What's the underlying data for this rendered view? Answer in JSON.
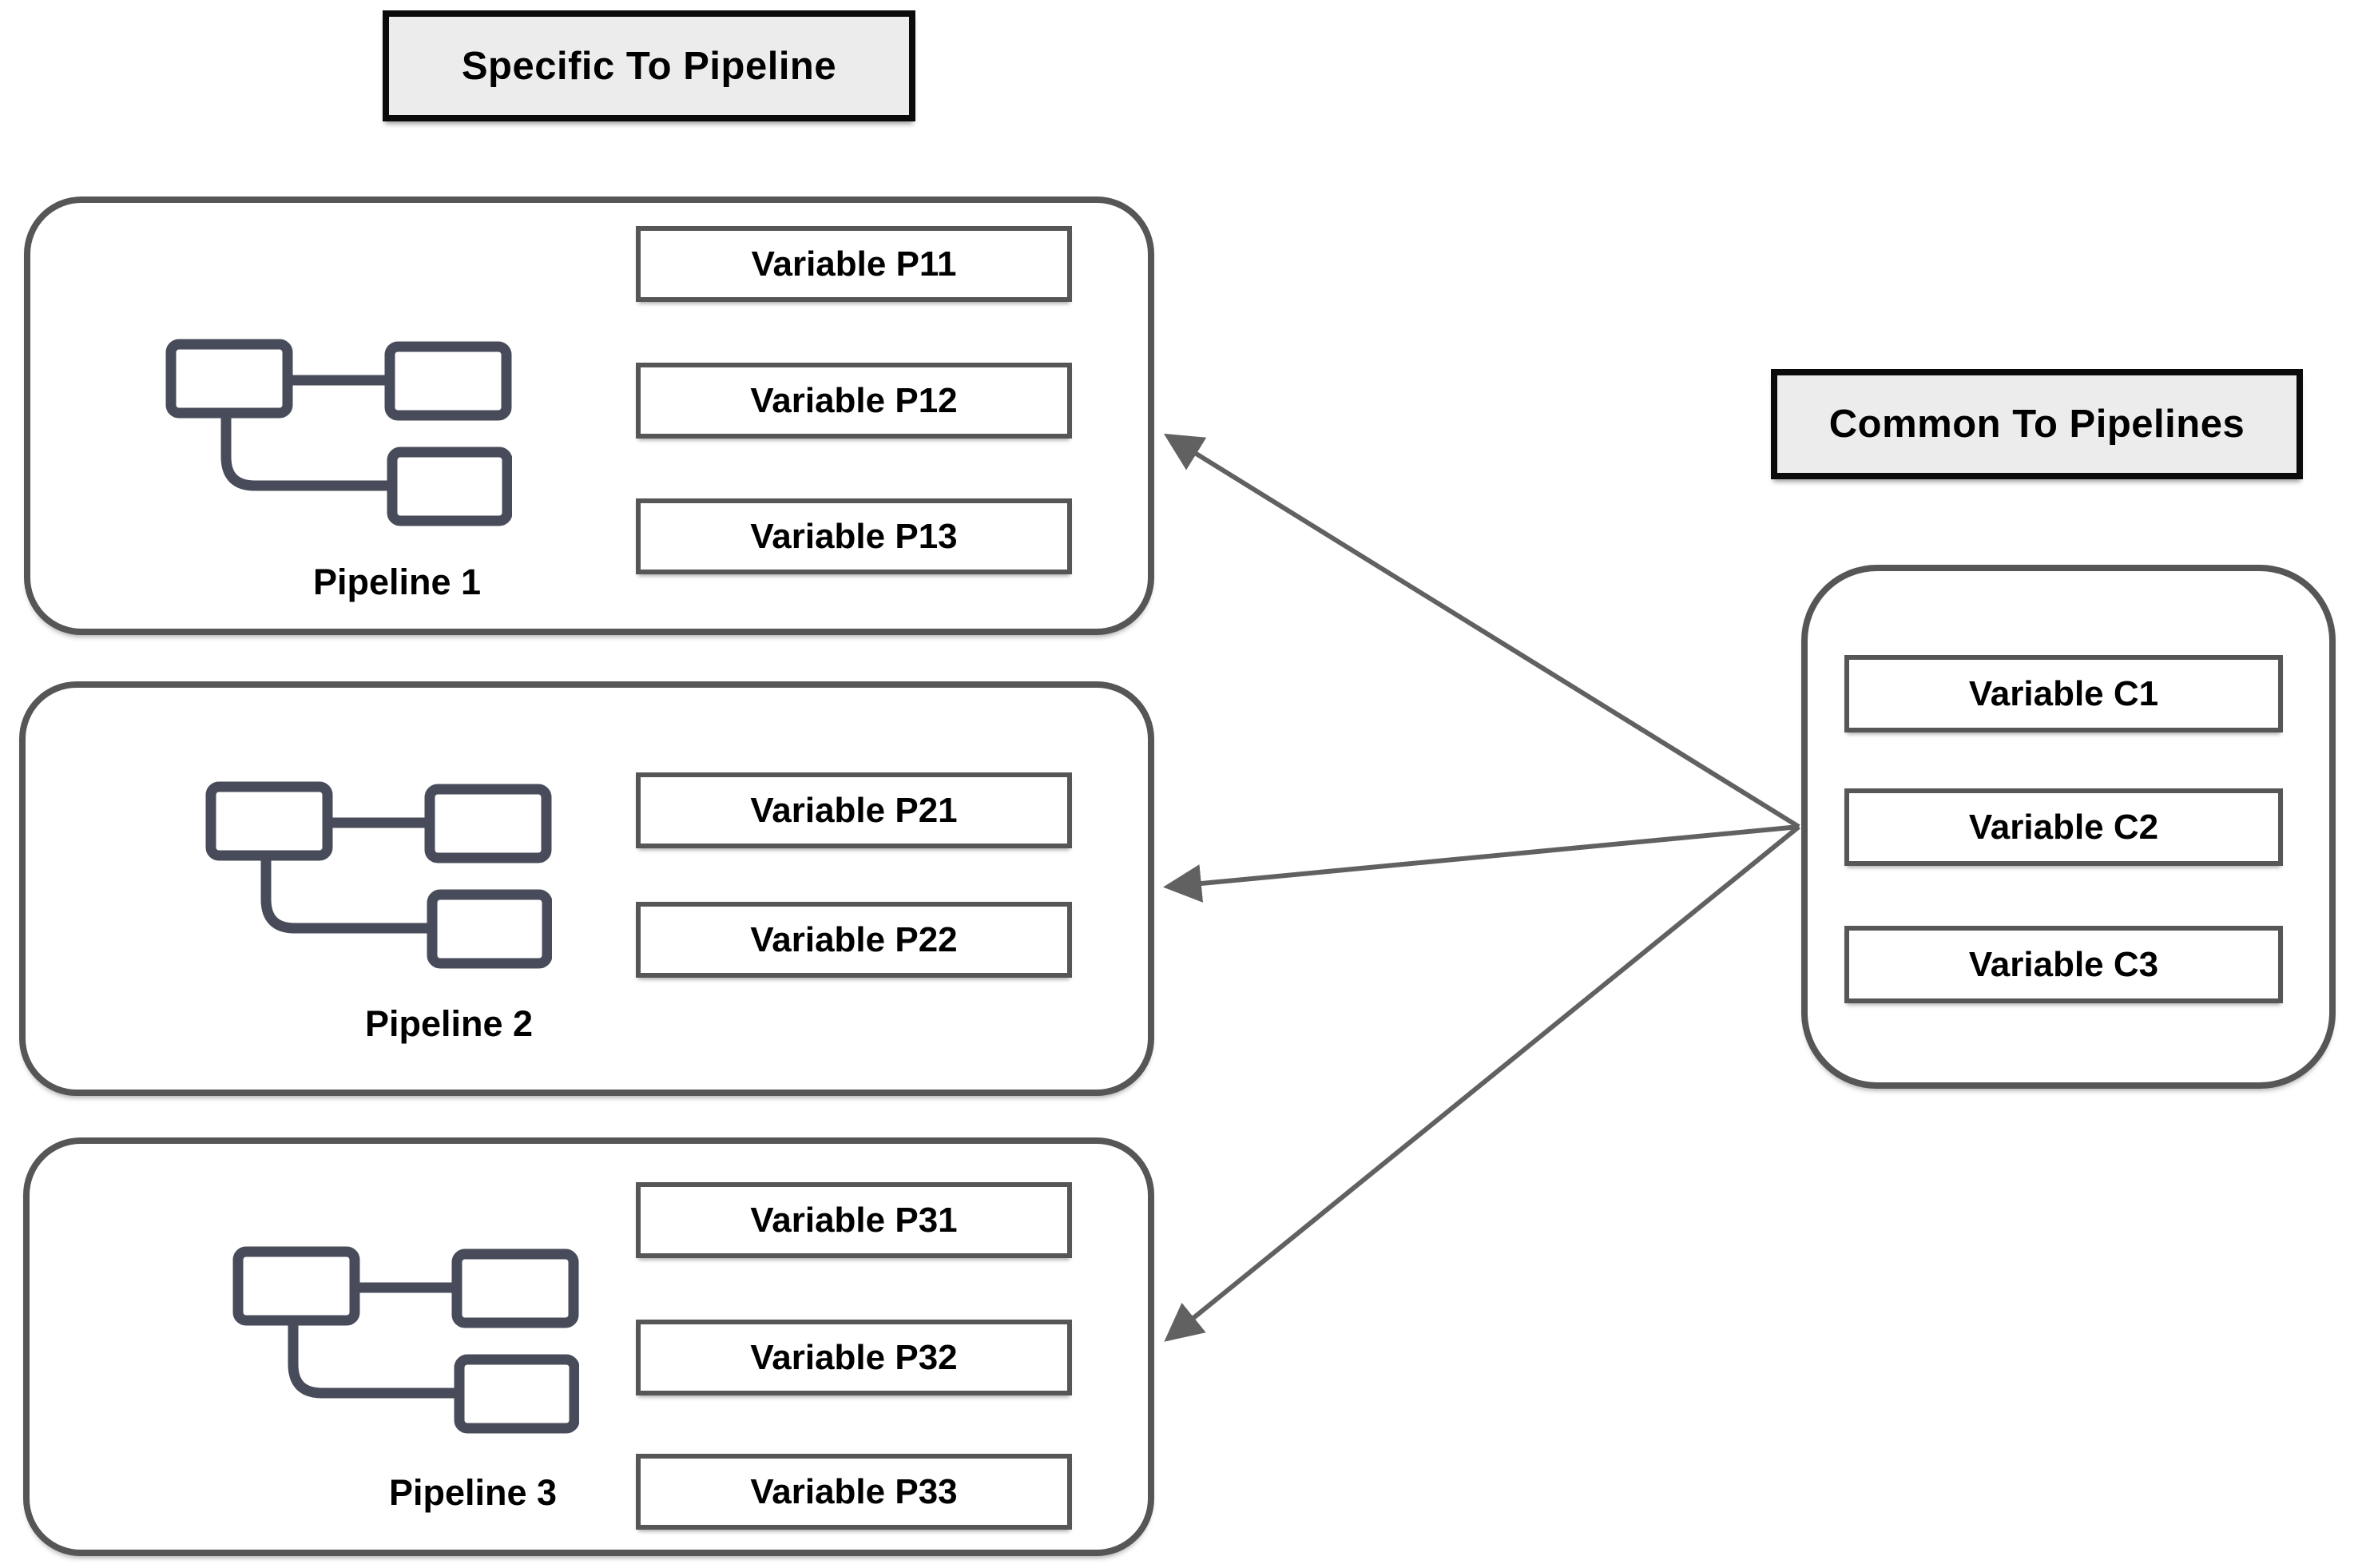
{
  "diagram": {
    "labels": {
      "specific": "Specific To Pipeline",
      "common": "Common To Pipelines"
    },
    "pipelines": [
      {
        "name": "Pipeline 1",
        "variables": [
          "Variable P11",
          "Variable P12",
          "Variable P13"
        ]
      },
      {
        "name": "Pipeline 2",
        "variables": [
          "Variable P21",
          "Variable P22"
        ]
      },
      {
        "name": "Pipeline 3",
        "variables": [
          "Variable P31",
          "Variable P32",
          "Variable P33"
        ]
      }
    ],
    "common_group": {
      "variables": [
        "Variable C1",
        "Variable C2",
        "Variable C3"
      ]
    },
    "arrows": [
      {
        "from": "common-group",
        "to": "pipeline-1"
      },
      {
        "from": "common-group",
        "to": "pipeline-2"
      },
      {
        "from": "common-group",
        "to": "pipeline-3"
      }
    ],
    "icons": {
      "pipeline_icon": "flowchart-icon"
    },
    "colors": {
      "background": "#ffffff",
      "label_fill": "#ececec",
      "label_border": "#0b0b0b",
      "container_border": "#565656",
      "variable_border": "#565656",
      "arrow": "#616161",
      "icon": "#484c5a",
      "text": "#000000"
    }
  }
}
